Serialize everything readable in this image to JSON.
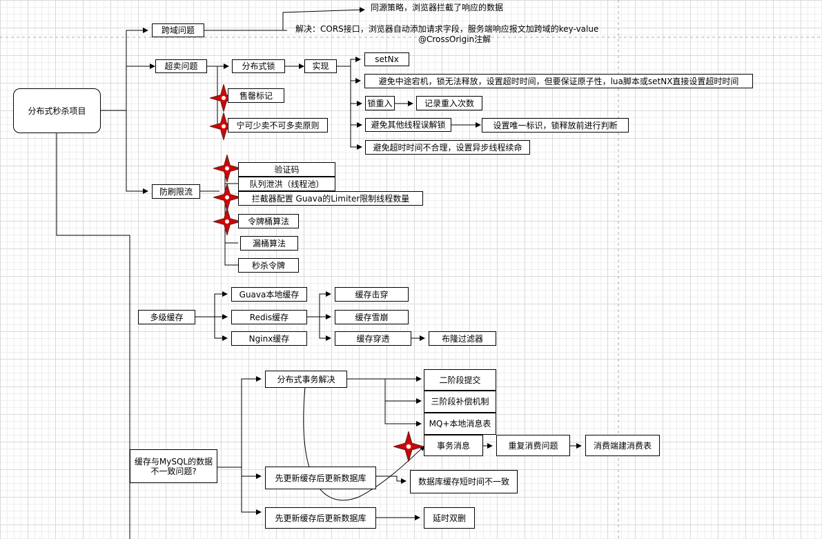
{
  "nodes": {
    "root": "分布式秒杀项目",
    "cross_domain": "跨域问题",
    "same_origin_note": "同源策略，浏览器拦截了响应的数据",
    "cors_note": "解决：CORS接口，浏览器自动添加请求字段，服务端响应报文加跨域的key-value",
    "crossorigin_note": "@CrossOrigin注解",
    "oversell": "超卖问题",
    "dist_lock": "分布式锁",
    "implement": "实现",
    "setnx": "setNx",
    "avoid_crash": "避免中途宕机，锁无法释放，设置超时时间，但要保证原子性，lua脚本或setNX直接设置超时时间",
    "reentrant": "锁重入",
    "record_reentrant": "记录重入次数",
    "avoid_misunlock": "避免其他线程误解锁",
    "unique_id": "设置唯一标识，锁释放前进行判断",
    "avoid_timeout": "避免超时时间不合理，设置异步线程续命",
    "soldout_mark": "售罄标记",
    "less_not_more": "宁可少卖不可多卖原则",
    "anti_brush": "防刷限流",
    "captcha": "验证码",
    "queue_flood": "队列泄洪（线程池）",
    "interceptor": "拦截器配置 Guava的Limiter限制线程数量",
    "token_bucket": "令牌桶算法",
    "leaky_bucket": "漏桶算法",
    "seckill_token": "秒杀令牌",
    "multi_cache": "多级缓存",
    "guava_cache": "Guava本地缓存",
    "redis_cache": "Redis缓存",
    "nginx_cache": "Nginx缓存",
    "cache_breakdown": "缓存击穿",
    "cache_avalanche": "缓存雪崩",
    "cache_penetration": "缓存穿透",
    "bloom_filter": "布隆过滤器",
    "consistency": "缓存与MySQL的数据不一致问题?",
    "dist_tx": "分布式事务解决",
    "two_phase": "二阶段提交",
    "three_phase": "三阶段补偿机制",
    "mq_local": "MQ+本地消息表",
    "tx_message": "事务消息",
    "duplicate_consume": "重复消费问题",
    "consumer_table": "消费端建消费表",
    "update_cache_first_1": "先更新缓存后更新数据库",
    "db_cache_inconsistent": "数据库缓存短时间不一致",
    "update_cache_first_2": "先更新缓存后更新数据库",
    "delay_double_delete": "延时双删"
  },
  "colors": {
    "star_fill": "#e00000",
    "star_stroke": "#8b1a1a",
    "grid_major": "#d9d9d9",
    "grid_minor": "#eeeeee"
  }
}
